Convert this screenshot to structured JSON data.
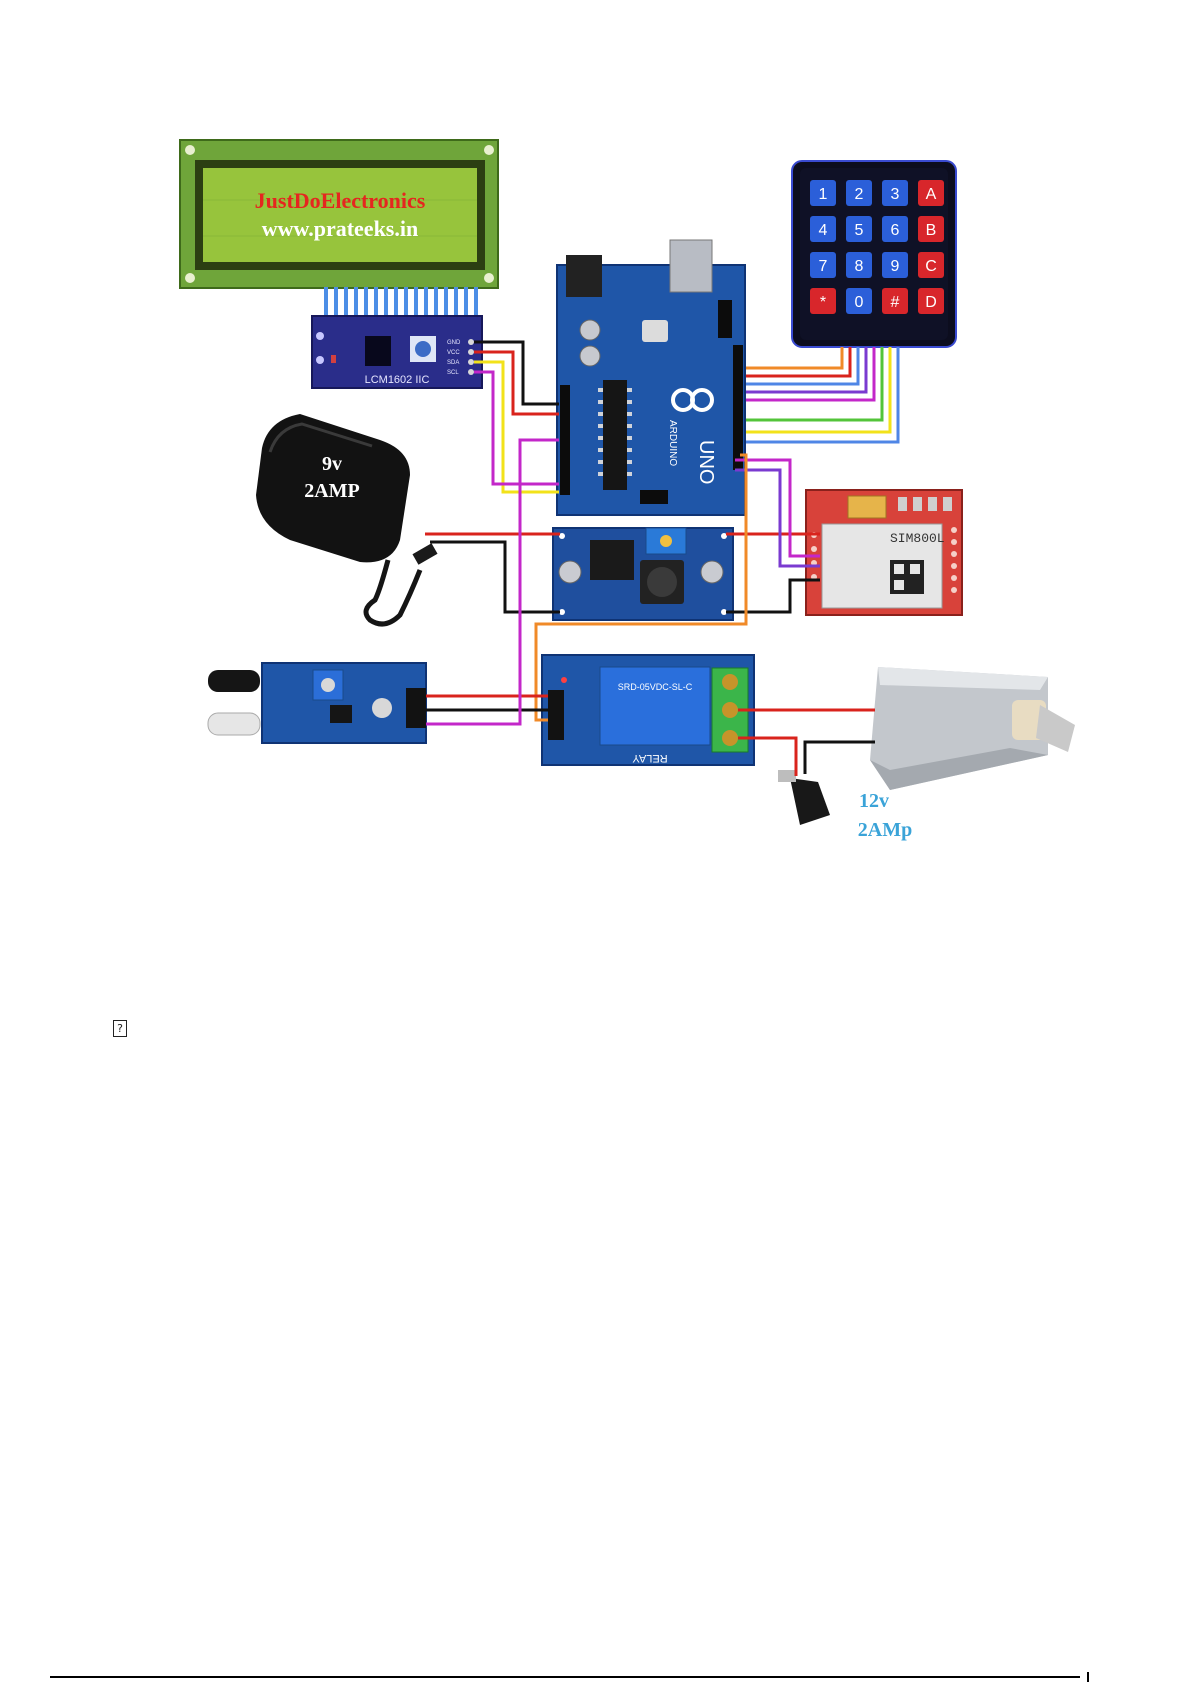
{
  "lcd": {
    "line1": "JustDoElectronics",
    "line2": "www.prateeks.in"
  },
  "i2c_module": {
    "label": "LCM1602 IIC",
    "pins": [
      "GND",
      "VCC",
      "SDA",
      "SCL"
    ]
  },
  "keypad": {
    "keys": [
      [
        "1",
        "2",
        "3",
        "A"
      ],
      [
        "4",
        "5",
        "6",
        "B"
      ],
      [
        "7",
        "8",
        "9",
        "C"
      ],
      [
        "*",
        "0",
        "#",
        "D"
      ]
    ]
  },
  "arduino": {
    "logo_text": "ARDUINO",
    "model_text": "UNO"
  },
  "adapter_9v": {
    "line1": "9v",
    "line2": "2AMP"
  },
  "gsm": {
    "label": "SIM800L"
  },
  "relay": {
    "label": "RELAY",
    "relay_text": "SRD-05VDC-SL-C"
  },
  "adapter_12v": {
    "line1": "12v",
    "line2": "2AMp"
  },
  "missing_glyph": "?",
  "colors": {
    "wire_red": "#d9231c",
    "wire_black": "#111111",
    "wire_yellow": "#f2e21a",
    "wire_magenta": "#c327c9",
    "wire_orange": "#f08a28",
    "wire_blue": "#4f86e6",
    "wire_purple": "#7a3ad0",
    "wire_green": "#53c43a",
    "pcb_blue": "#1f56a8",
    "lcd_green": "#93c53c",
    "lcd_title": "#e5261f",
    "label_blue": "#3aa3d8"
  }
}
